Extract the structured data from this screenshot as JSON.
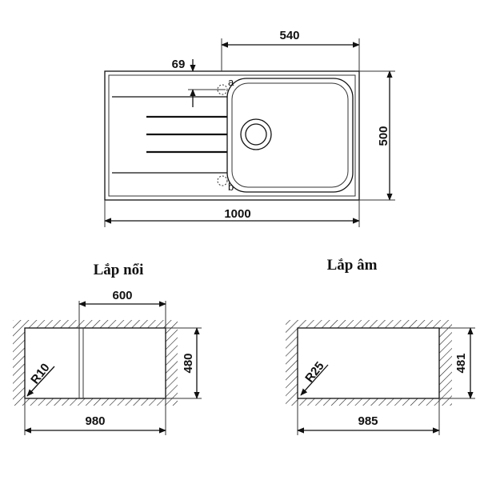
{
  "top_view": {
    "dim_bowl_width": "540",
    "dim_offset": "69",
    "dim_height": "500",
    "dim_total_width": "1000",
    "hole_a": "a",
    "hole_b": "b"
  },
  "surface_mount": {
    "title": "Lắp nổi",
    "dim_width_inner": "600",
    "dim_height": "480",
    "dim_width": "980",
    "radius": "R10"
  },
  "undermount": {
    "title": "Lắp âm",
    "dim_height": "481",
    "dim_width": "985",
    "radius": "R25"
  }
}
